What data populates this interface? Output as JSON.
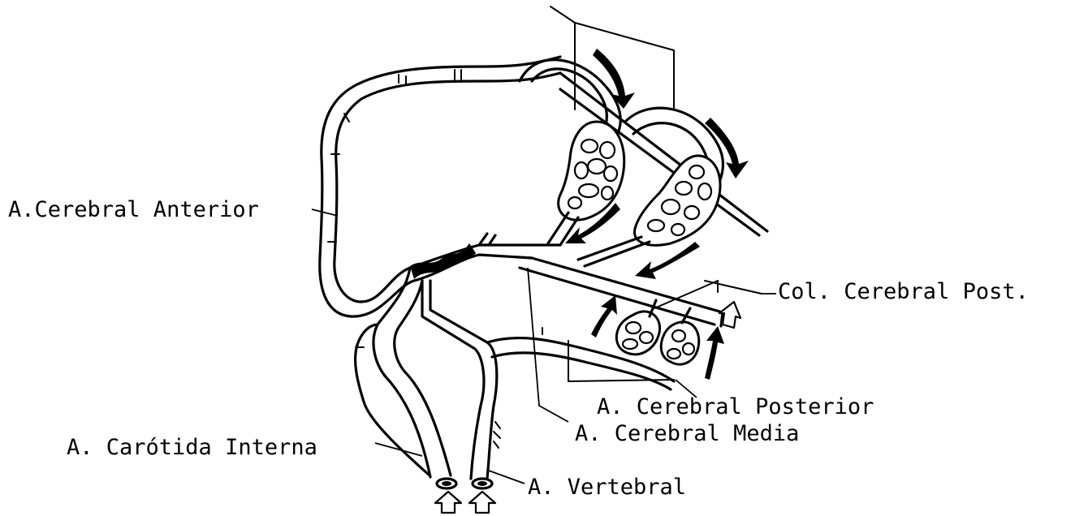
{
  "labels": {
    "anterior": "A.Cerebral Anterior",
    "col_post": "Col. Cerebral Post.",
    "posterior": "A. Cerebral Posterior",
    "media": "A. Cerebral Media",
    "carotida": "A. Carótida Interna",
    "vertebral": "A. Vertebral"
  }
}
